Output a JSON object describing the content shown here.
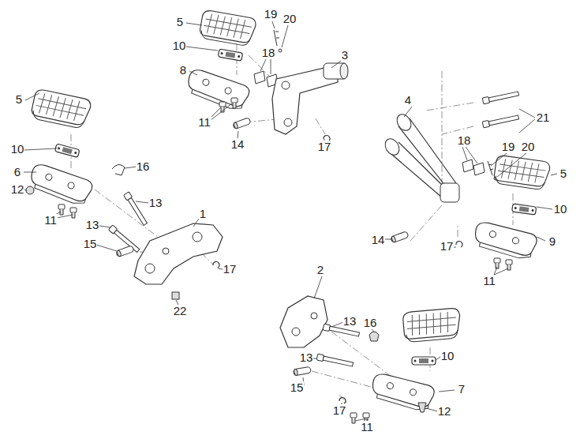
{
  "diagram": {
    "labels": [
      "5",
      "19",
      "20",
      "10",
      "18",
      "3",
      "8",
      "11",
      "14",
      "17",
      "5",
      "10",
      "6",
      "16",
      "12",
      "13",
      "11",
      "13",
      "1",
      "15",
      "17",
      "22",
      "4",
      "21",
      "18",
      "19",
      "20",
      "5",
      "10",
      "14",
      "17",
      "9",
      "11",
      "2",
      "13",
      "16",
      "10",
      "13",
      "15",
      "7",
      "17",
      "12",
      "11"
    ]
  }
}
